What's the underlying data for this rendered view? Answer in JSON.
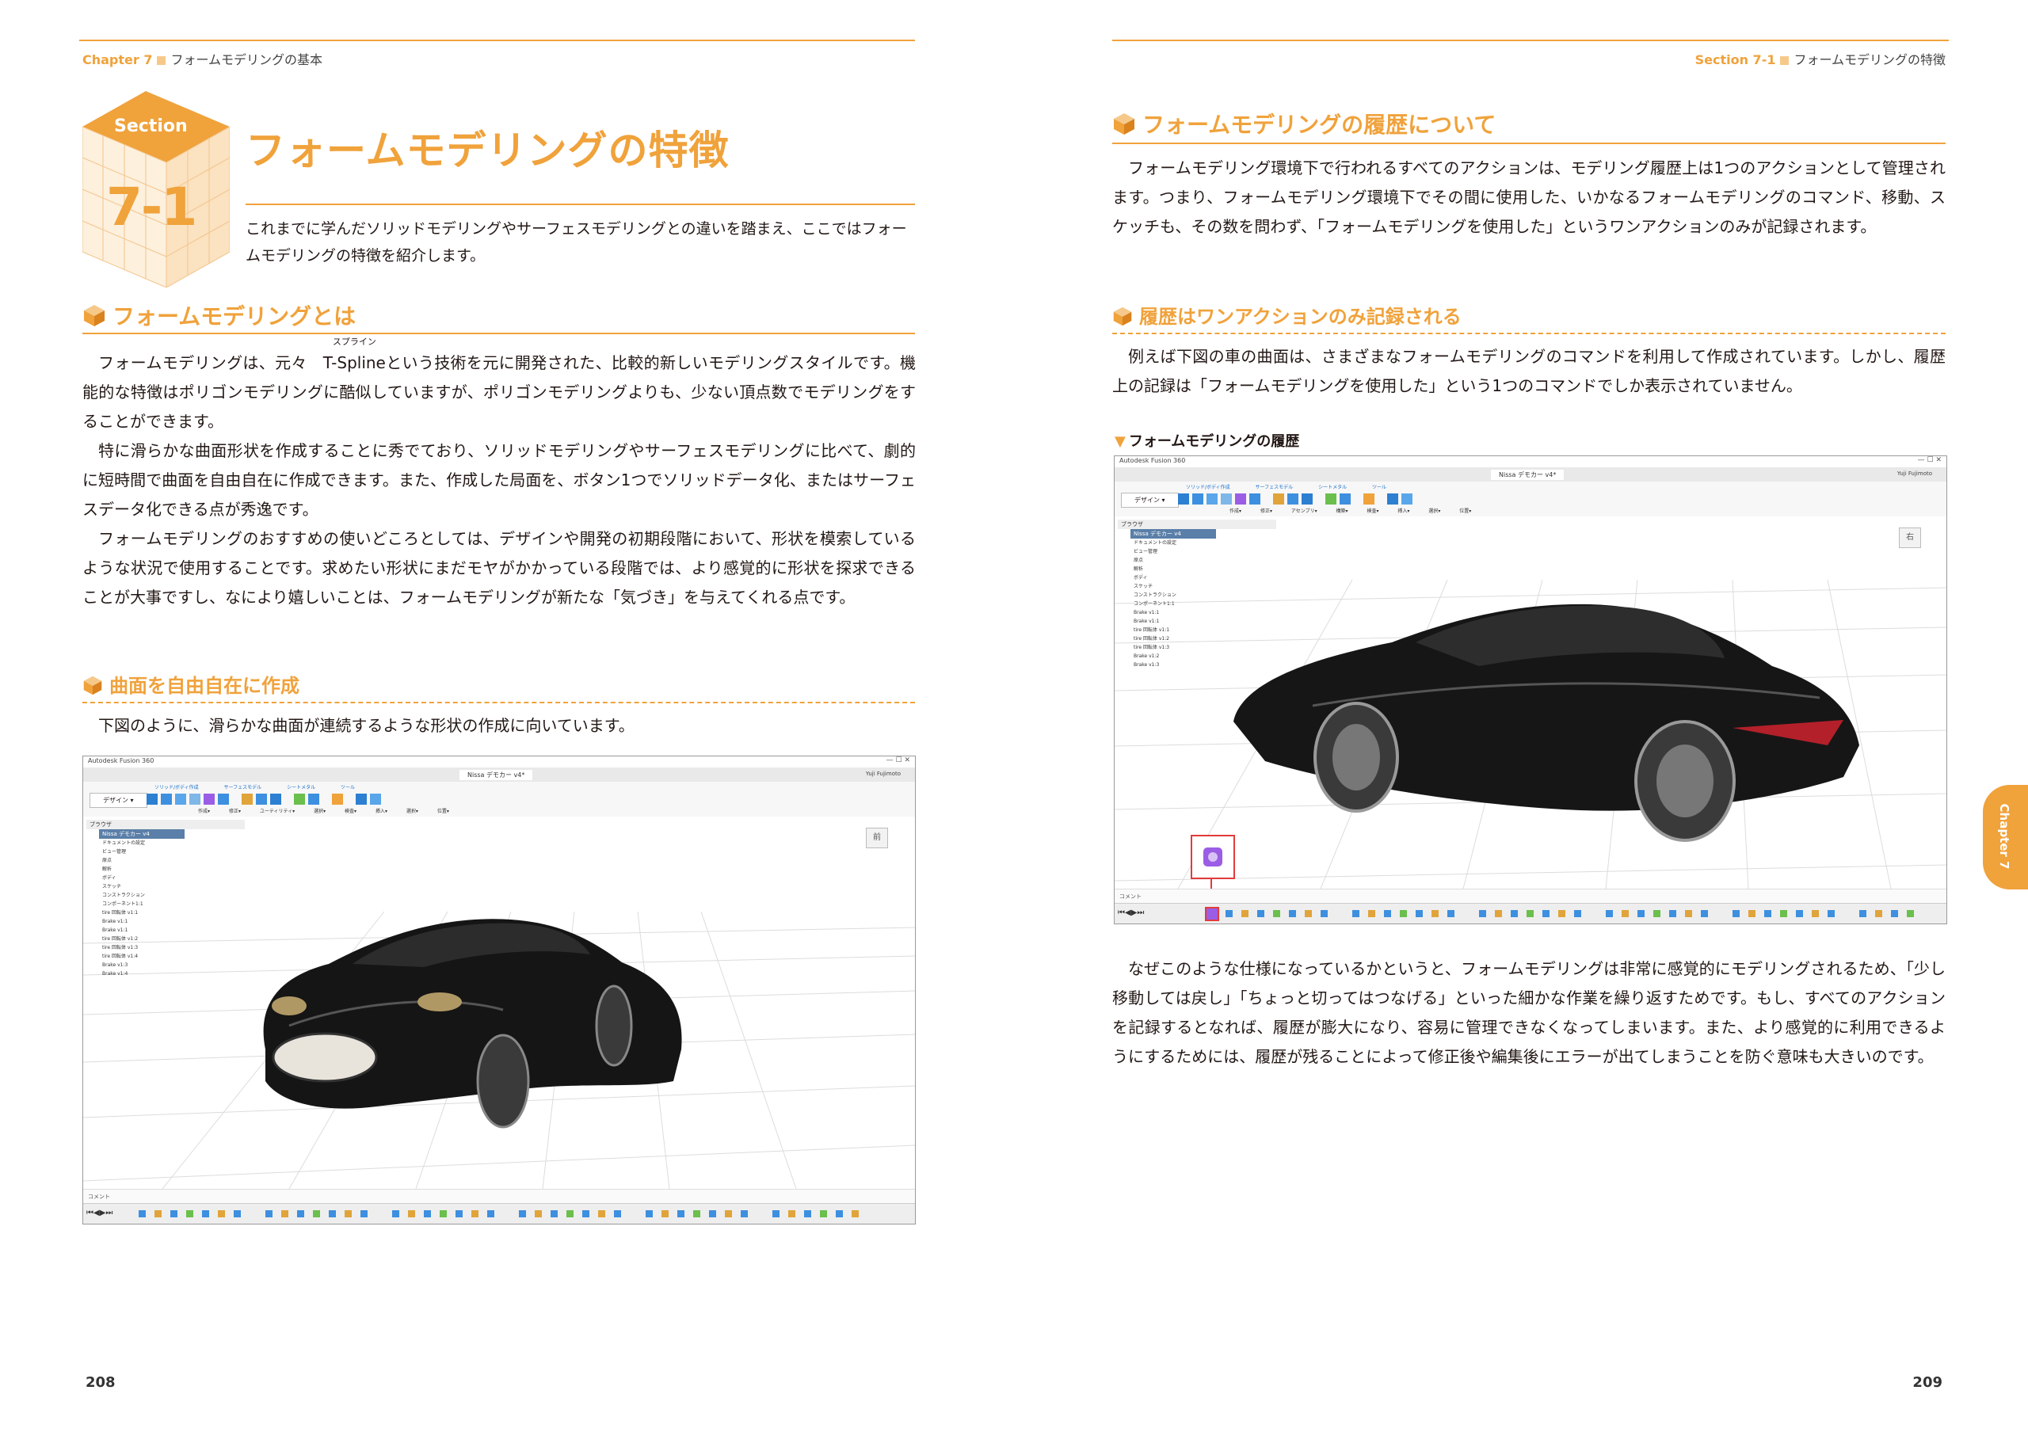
{
  "left_page": {
    "running_header": {
      "chapter": "Chapter 7",
      "title": "フォームモデリングの基本"
    },
    "section_badge": {
      "label": "Section",
      "number": "7-1"
    },
    "title": "フォームモデリングの特徴",
    "lead": "これまでに学んだソリッドモデリングやサーフェスモデリングとの違いを踏まえ、ここではフォームモデリングの特徴を紹介します。",
    "h2": "フォームモデリングとは",
    "para1_a": "フォームモデリングは、元々",
    "para1_ruby_base": "T-Spline",
    "para1_ruby_text": "スプライン",
    "para1_b": "という技術を元に開発された、比較的新しいモデリングスタイルです。機能的な特徴はポリゴンモデリングに酷似していますが、ポリゴンモデリングよりも、少ない頂点数でモデリングをすることができます。",
    "para2": "特に滑らかな曲面形状を作成することに秀でており、ソリッドモデリングやサーフェスモデリングに比べて、劇的に短時間で曲面を自由自在に作成できます。また、作成した局面を、ボタン1つでソリッドデータ化、またはサーフェスデータ化できる点が秀逸です。",
    "para3": "フォームモデリングのおすすめの使いどころとしては、デザインや開発の初期段階において、形状を模索しているような状況で使用することです。求めたい形状にまだモヤがかかっている段階では、より感覚的に形状を探求できることが大事ですし、なにより嬉しいことは、フォームモデリングが新たな「気づき」を与えてくれる点です。",
    "h3": "曲面を自由自在に作成",
    "para4": "下図のように、滑らかな曲面が連続するような形状の作成に向いています。",
    "page_number": "208"
  },
  "right_page": {
    "running_header": {
      "section": "Section 7-1",
      "title": "フォームモデリングの特徴"
    },
    "h2": "フォームモデリングの履歴について",
    "para1": "フォームモデリング環境下で行われるすべてのアクションは、モデリング履歴上は1つのアクションとして管理されます。つまり、フォームモデリング環境下でその間に使用した、いかなるフォームモデリングのコマンド、移動、スケッチも、その数を問わず、「フォームモデリングを使用した」というワンアクションのみが記録されます。",
    "h3": "履歴はワンアクションのみ記録される",
    "para2": "例えば下図の車の曲面は、さまざまなフォームモデリングのコマンドを利用して作成されています。しかし、履歴上の記録は「フォームモデリングを使用した」という1つのコマンドでしか表示されていません。",
    "caption": "フォームモデリングの履歴",
    "para3": "なぜこのような仕様になっているかというと、フォームモデリングは非常に感覚的にモデリングされるため、「少し移動しては戻し」「ちょっと切ってはつなげる」といった細かな作業を繰り返すためです。もし、すべてのアクションを記録するとなれば、履歴が膨大になり、容易に管理できなくなってしまいます。また、より感覚的に利用できるようにするためには、履歴が残ることによって修正後や編集後にエラーが出てしまうことを防ぐ意味も大きいのです。",
    "page_number": "209",
    "chapter_tab": "Chapter 7"
  },
  "screenshot_left": {
    "app_title": "Autodesk Fusion 360",
    "doc_title": "Nissa デモカー v4*",
    "user": "Yuji Fujimoto",
    "workspace": "デザイン ▾",
    "toolbar_groups": [
      "作成▾",
      "修正▾",
      "ユーティリティ▾",
      "選択▾",
      "検査▾",
      "挿入▾",
      "選択▾",
      "位置▾"
    ],
    "ribbon_tabs": [
      "ソリッド/ボディ作成",
      "サーフェスモデル",
      "シートメタル",
      "ツール"
    ],
    "browser_title": "ブラウザ",
    "root_node": "Nissa デモカー v4",
    "browser_items": [
      "ドキュメントの設定",
      "ビュー管理",
      "原点",
      "解析",
      "ボディ",
      "スケッチ",
      "コンストラクション",
      "コンポーネント1:1",
      "tire 回転体 v1:1",
      "Brake v1:1",
      "Brake v1:1",
      "tire 回転体 v1:2",
      "tire 回転体 v1:3",
      "tire 回転体 v1:4",
      "Brake v1:3",
      "Brake v1:4"
    ],
    "viewcube_label": "前",
    "comment_label": "コメント"
  },
  "screenshot_right": {
    "app_title": "Autodesk Fusion 360",
    "doc_title": "Nissa デモカー v4*",
    "user": "Yuji Fujimoto",
    "workspace": "デザイン ▾",
    "toolbar_groups": [
      "作成▾",
      "修正▾",
      "アセンブリ▾",
      "構築▾",
      "検査▾",
      "挿入▾",
      "選択▾",
      "位置▾"
    ],
    "ribbon_tabs": [
      "ソリッド/ボディ作成",
      "サーフェスモデル",
      "シートメタル",
      "ツール"
    ],
    "browser_title": "ブラウザ",
    "root_node": "Nissa デモカー v4",
    "browser_items": [
      "ドキュメントの設定",
      "ビュー管理",
      "原点",
      "解析",
      "ボディ",
      "スケッチ",
      "コンストラクション",
      "コンポーネント1:1",
      "Brake v1:1",
      "Brake v1:1",
      "tire 回転体 v1:1",
      "tire 回転体 v1:2",
      "tire 回転体 v1:3",
      "Brake v1:2",
      "Brake v1:3"
    ],
    "viewcube_label": "右",
    "comment_label": "コメント"
  },
  "colors": {
    "accent": "#f0a23b",
    "accent_light": "#f6c98a",
    "text": "#231815",
    "highlight": "#e23b3b",
    "form_icon": "#9b5de5"
  }
}
